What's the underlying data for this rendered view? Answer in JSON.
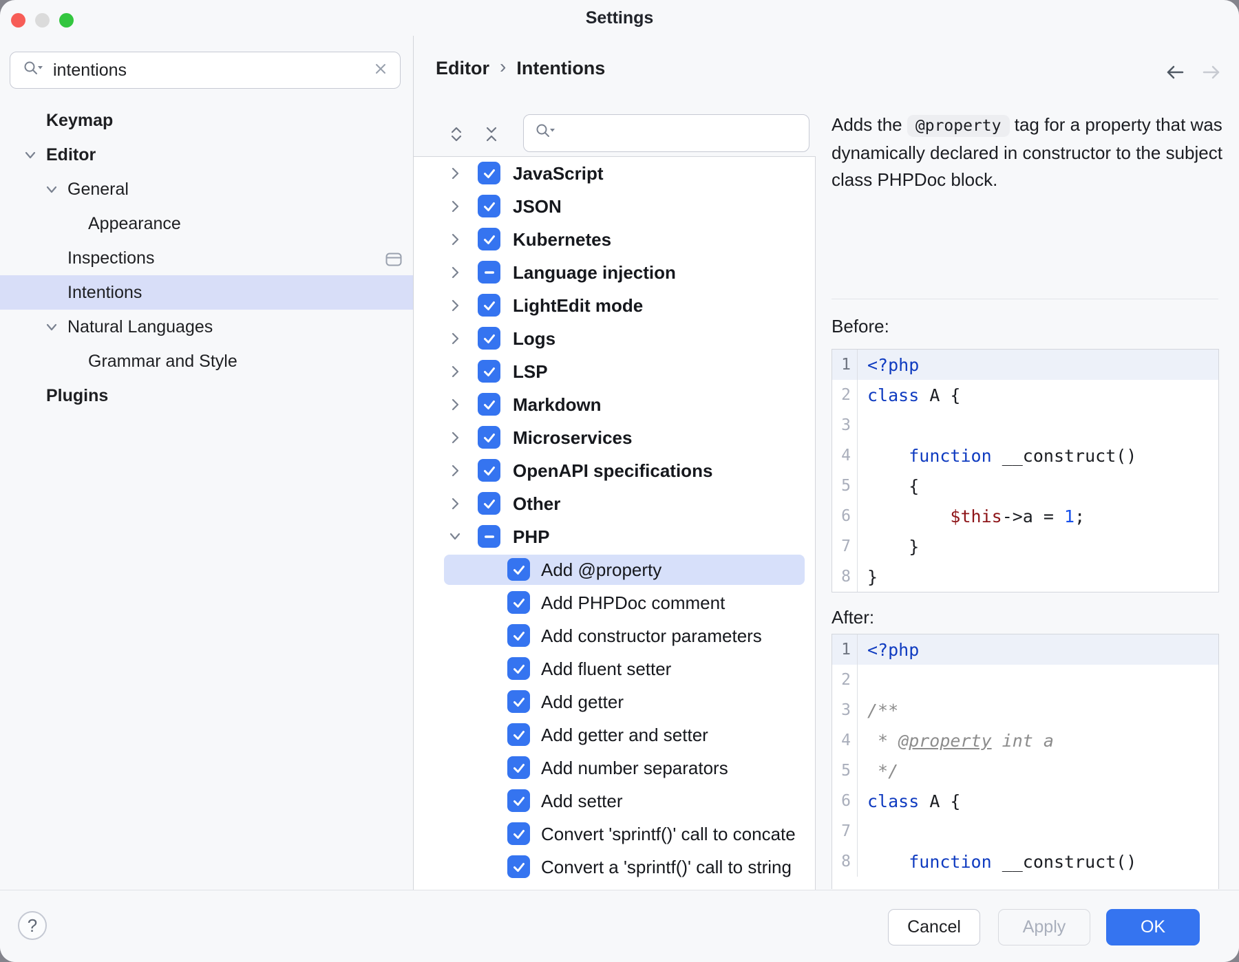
{
  "window": {
    "title": "Settings"
  },
  "colors": {
    "accent": "#3574F0",
    "selection_sidebar": "#D8DEF8",
    "selection_list": "#D7E0FA",
    "panel_bg": "#F7F8FA",
    "code_keyword": "#0F3BC0",
    "code_number": "#1750EB",
    "code_variable": "#8E1519",
    "code_comment": "#8C8C8C"
  },
  "sidebar": {
    "search": {
      "value": "intentions",
      "icon": "search-icon",
      "clear_icon": "close-icon"
    },
    "items": [
      {
        "label": "Keymap",
        "level": 0,
        "bold": true,
        "chevron": false,
        "selected": false,
        "trailing_icon": ""
      },
      {
        "label": "Editor",
        "level": 0,
        "bold": true,
        "chevron": true,
        "selected": false,
        "trailing_icon": ""
      },
      {
        "label": "General",
        "level": 1,
        "bold": false,
        "chevron": true,
        "selected": false,
        "trailing_icon": ""
      },
      {
        "label": "Appearance",
        "level": 2,
        "bold": false,
        "chevron": false,
        "selected": false,
        "trailing_icon": ""
      },
      {
        "label": "Inspections",
        "level": 1,
        "bold": false,
        "chevron": false,
        "selected": false,
        "trailing_icon": "inspections-profile-icon"
      },
      {
        "label": "Intentions",
        "level": 1,
        "bold": false,
        "chevron": false,
        "selected": true,
        "trailing_icon": ""
      },
      {
        "label": "Natural Languages",
        "level": 1,
        "bold": false,
        "chevron": true,
        "selected": false,
        "trailing_icon": ""
      },
      {
        "label": "Grammar and Style",
        "level": 2,
        "bold": false,
        "chevron": false,
        "selected": false,
        "trailing_icon": ""
      },
      {
        "label": "Plugins",
        "level": 0,
        "bold": true,
        "chevron": false,
        "selected": false,
        "trailing_icon": ""
      }
    ]
  },
  "header": {
    "breadcrumb": {
      "parent": "Editor",
      "separator": "›",
      "current": "Intentions"
    },
    "back_icon": "arrow-left-icon",
    "forward_icon": "arrow-right-icon"
  },
  "intentions_panel": {
    "expand_all_icon": "expand-all-icon",
    "collapse_all_icon": "collapse-all-icon",
    "search_value": "",
    "tree": [
      {
        "label": "JavaScript",
        "type": "group",
        "state": "checked",
        "expanded": false,
        "selected": false
      },
      {
        "label": "JSON",
        "type": "group",
        "state": "checked",
        "expanded": false,
        "selected": false
      },
      {
        "label": "Kubernetes",
        "type": "group",
        "state": "checked",
        "expanded": false,
        "selected": false
      },
      {
        "label": "Language injection",
        "type": "group",
        "state": "indeterminate",
        "expanded": false,
        "selected": false
      },
      {
        "label": "LightEdit mode",
        "type": "group",
        "state": "checked",
        "expanded": false,
        "selected": false
      },
      {
        "label": "Logs",
        "type": "group",
        "state": "checked",
        "expanded": false,
        "selected": false
      },
      {
        "label": "LSP",
        "type": "group",
        "state": "checked",
        "expanded": false,
        "selected": false
      },
      {
        "label": "Markdown",
        "type": "group",
        "state": "checked",
        "expanded": false,
        "selected": false
      },
      {
        "label": "Microservices",
        "type": "group",
        "state": "checked",
        "expanded": false,
        "selected": false
      },
      {
        "label": "OpenAPI specifications",
        "type": "group",
        "state": "checked",
        "expanded": false,
        "selected": false
      },
      {
        "label": "Other",
        "type": "group",
        "state": "checked",
        "expanded": false,
        "selected": false
      },
      {
        "label": "PHP",
        "type": "group",
        "state": "indeterminate",
        "expanded": true,
        "selected": false
      },
      {
        "label": "Add @property",
        "type": "child",
        "state": "checked",
        "expanded": false,
        "selected": true
      },
      {
        "label": "Add PHPDoc comment",
        "type": "child",
        "state": "checked",
        "expanded": false,
        "selected": false
      },
      {
        "label": "Add constructor parameters",
        "type": "child",
        "state": "checked",
        "expanded": false,
        "selected": false
      },
      {
        "label": "Add fluent setter",
        "type": "child",
        "state": "checked",
        "expanded": false,
        "selected": false
      },
      {
        "label": "Add getter",
        "type": "child",
        "state": "checked",
        "expanded": false,
        "selected": false
      },
      {
        "label": "Add getter and setter",
        "type": "child",
        "state": "checked",
        "expanded": false,
        "selected": false
      },
      {
        "label": "Add number separators",
        "type": "child",
        "state": "checked",
        "expanded": false,
        "selected": false
      },
      {
        "label": "Add setter",
        "type": "child",
        "state": "checked",
        "expanded": false,
        "selected": false
      },
      {
        "label": "Convert 'sprintf()' call to concate",
        "type": "child",
        "state": "checked",
        "expanded": false,
        "selected": false
      },
      {
        "label": "Convert a 'sprintf()' call to string",
        "type": "child",
        "state": "checked",
        "expanded": false,
        "selected": false
      }
    ]
  },
  "details": {
    "description_prefix": "Adds the",
    "description_code": "@property",
    "description_suffix": "tag for a property that was dynamically declared in constructor to the subject class PHPDoc block.",
    "before_label": "Before:",
    "after_label": "After:",
    "before_code": [
      {
        "n": "1",
        "tokens": [
          [
            "kw",
            "<?php"
          ]
        ]
      },
      {
        "n": "2",
        "tokens": [
          [
            "kw",
            "class"
          ],
          [
            "pl",
            " A {"
          ]
        ]
      },
      {
        "n": "3",
        "tokens": []
      },
      {
        "n": "4",
        "tokens": [
          [
            "pl",
            "    "
          ],
          [
            "kw",
            "function"
          ],
          [
            "pl",
            " __construct()"
          ]
        ]
      },
      {
        "n": "5",
        "tokens": [
          [
            "pl",
            "    {"
          ]
        ]
      },
      {
        "n": "6",
        "tokens": [
          [
            "pl",
            "        "
          ],
          [
            "vr",
            "$this"
          ],
          [
            "pl",
            "->a = "
          ],
          [
            "num",
            "1"
          ],
          [
            "pl",
            ";"
          ]
        ]
      },
      {
        "n": "7",
        "tokens": [
          [
            "pl",
            "    }"
          ]
        ]
      },
      {
        "n": "8",
        "tokens": [
          [
            "pl",
            "}"
          ]
        ]
      }
    ],
    "after_code": [
      {
        "n": "1",
        "tokens": [
          [
            "kw",
            "<?php"
          ]
        ]
      },
      {
        "n": "2",
        "tokens": []
      },
      {
        "n": "3",
        "tokens": [
          [
            "cm",
            "/**"
          ]
        ]
      },
      {
        "n": "4",
        "tokens": [
          [
            "cm",
            " * "
          ],
          [
            "cmu",
            "@property"
          ],
          [
            "cm",
            " int a"
          ]
        ]
      },
      {
        "n": "5",
        "tokens": [
          [
            "cm",
            " */"
          ]
        ]
      },
      {
        "n": "6",
        "tokens": [
          [
            "kw",
            "class"
          ],
          [
            "pl",
            " A {"
          ]
        ]
      },
      {
        "n": "7",
        "tokens": []
      },
      {
        "n": "8",
        "tokens": [
          [
            "pl",
            "    "
          ],
          [
            "kw",
            "function"
          ],
          [
            "pl",
            " __construct()"
          ]
        ]
      }
    ]
  },
  "footer": {
    "help_label": "?",
    "cancel_label": "Cancel",
    "apply_label": "Apply",
    "ok_label": "OK"
  }
}
